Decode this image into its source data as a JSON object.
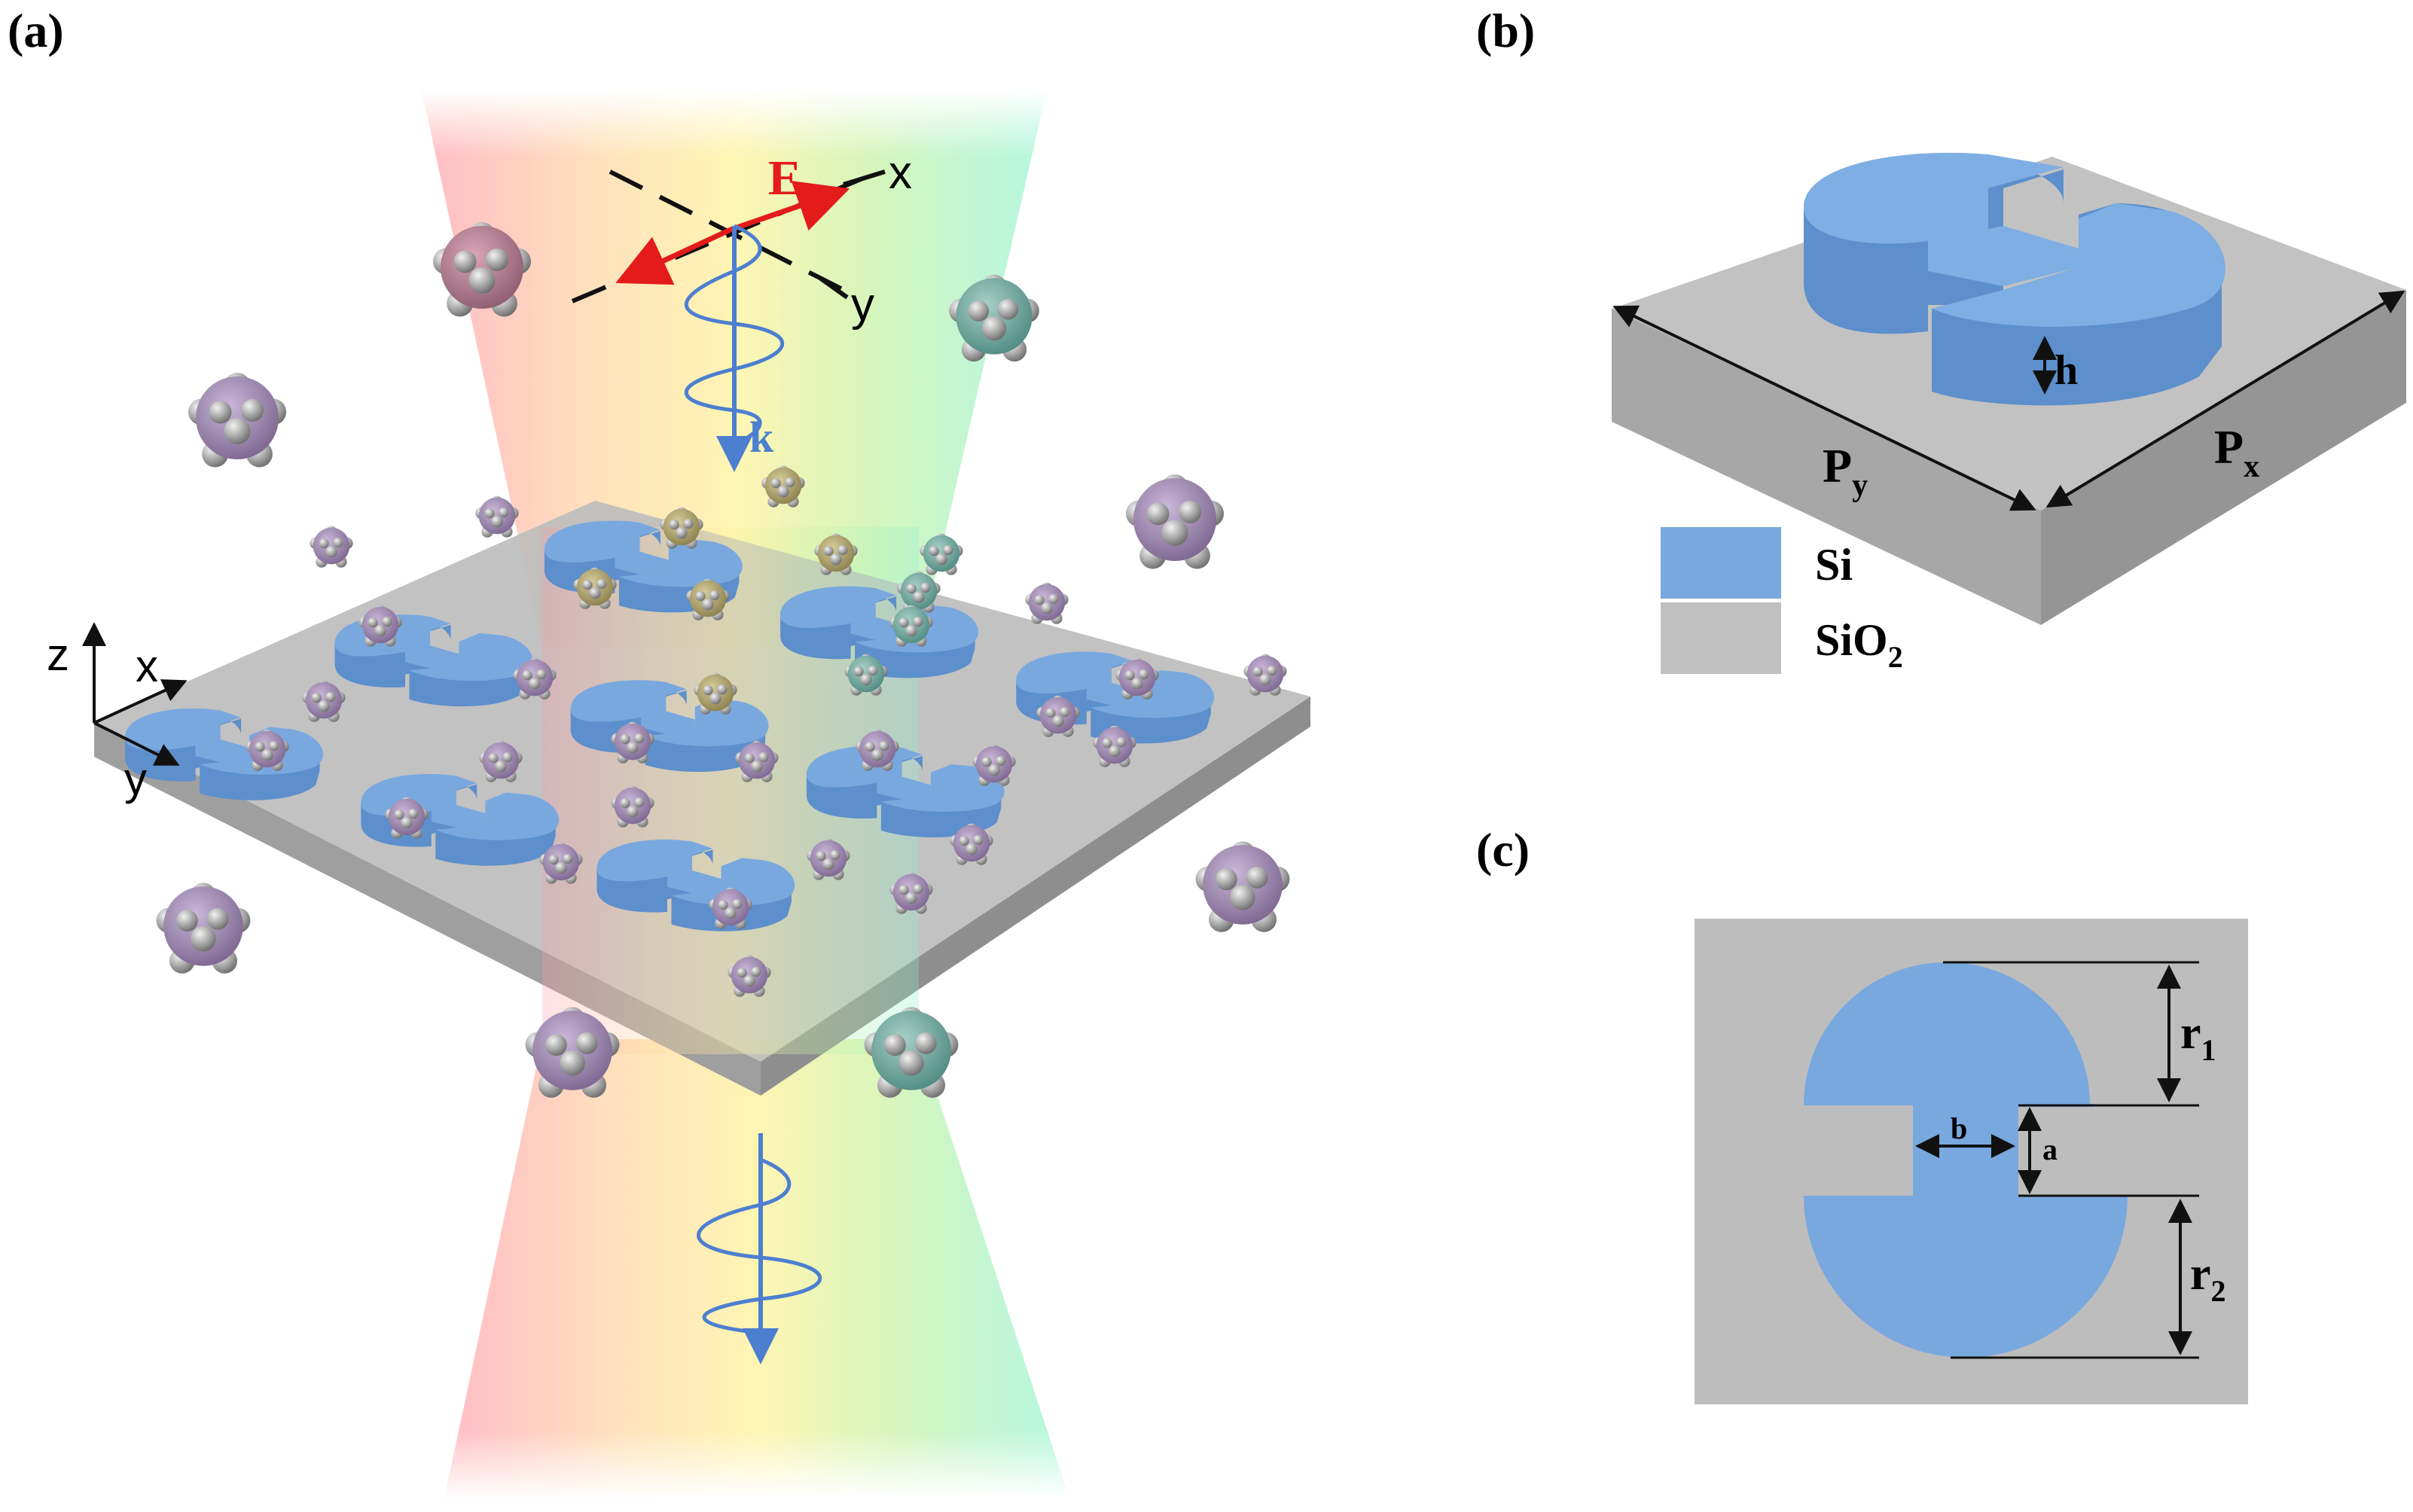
{
  "panels": {
    "a": {
      "label": "(a)",
      "field_label": "E",
      "wave_label": "k",
      "beam_axis_x": "x",
      "beam_axis_y": "y",
      "coord_z": "z",
      "coord_x": "x",
      "coord_y": "y"
    },
    "b": {
      "label": "(b)",
      "height_label": "h",
      "period_y_label": "P",
      "period_y_sub": "y",
      "period_x_label": "P",
      "period_x_sub": "x",
      "legend": [
        {
          "name": "Si",
          "sub": "",
          "color": "#79a8df"
        },
        {
          "name": "SiO",
          "sub": "2",
          "color": "#c0c0c0"
        }
      ]
    },
    "c": {
      "label": "(c)",
      "r1_label": "r",
      "r1_sub": "1",
      "r2_label": "r",
      "r2_sub": "2",
      "a_label": "a",
      "b_label": "b"
    }
  },
  "colors": {
    "silicon": "#79a8df",
    "silicon_side": "#5d8fcc",
    "substrate": "#c0c0c0",
    "field_arrow": "#e31b1b",
    "wave_arrow": "#4c7fd0"
  }
}
